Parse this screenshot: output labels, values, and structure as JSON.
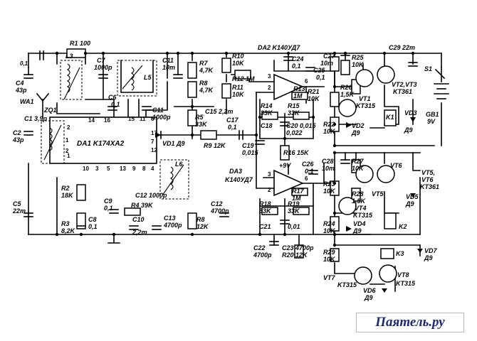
{
  "labels": {
    "r1": "R1 100",
    "c4": "C4",
    "c4v": "43p",
    "c4t": "0,1",
    "l3": "L3",
    "c7": "C7",
    "c7v": "1000p",
    "c11": "C11",
    "c11v": "10m",
    "l5": "L5",
    "r7": "R7",
    "r7v": "4,7K",
    "r8": "R8",
    "r8v": "4,7K",
    "r10": "R10",
    "r10v": "10K",
    "r12": "R12 1M",
    "r11": "R11",
    "r11v": "10K",
    "c15": "C15 2,2m",
    "da2": "DA2 K140УД7",
    "c24": "C24",
    "c24v": "0,1",
    "r13": "R13",
    "r13v": "1M",
    "r14": "R14",
    "r14v": "33K",
    "r15": "R15",
    "r15v": "33K",
    "c18": "C18",
    "c20": "C20 0,015",
    "c16v": "0,022",
    "c19": "C19",
    "c19v": "0,015",
    "r16": "R16 15K",
    "c6": "C6",
    "c6v": "0,1",
    "c11b": "C11",
    "c11bv": "1000p",
    "wa1": "WA1",
    "zq1": "ZQ1",
    "c1": "C1 3,9p",
    "c2": "C2",
    "c2v": "43p",
    "da1": "DA1 K174XA2",
    "vd1": "VD1 Д9",
    "r5": "R5",
    "r5v": "33K",
    "r9": "R9 12K",
    "c17": "C17",
    "c17v": "0,1",
    "l6": "L6",
    "c12": "C12 1000p",
    "r4": "R4 39K",
    "c13": "C13",
    "c13v": "4700p",
    "r8b": "R8",
    "r8bv": "12K",
    "c12b": "C12",
    "c12bv": "4700p",
    "r2": "R2",
    "r2v": "18K",
    "c5": "C5",
    "c5v": "22m",
    "r3": "R3",
    "r3v": "8,2K",
    "c8": "C8",
    "c8v": "0,1",
    "c9": "C9",
    "c9v": "0,1",
    "c10": "C10",
    "c10v": "2,2m",
    "da3": "DA3",
    "da3t": "K140УД7",
    "plus9": "+9V",
    "c26": "C26",
    "c26v": "0,1",
    "r17": "R17",
    "r17v": "1M",
    "r18": "R18",
    "r18v": "33K",
    "r19": "R19",
    "r19v": "33K",
    "c21": "C21",
    "c21b": "0,01",
    "c22": "C22",
    "c22v": "4700p",
    "c23": "C23 4700p",
    "r20": "R20 12K",
    "c27": "C27",
    "c27v": "10m",
    "r25": "R25",
    "r25v": "10K",
    "c25": "C25",
    "c25v": "0,1",
    "r21": "R21",
    "r21v": "10K",
    "r26": "R26",
    "r26v": "1,5K",
    "vt1": "VT1",
    "vt1t": "KT315",
    "r22": "R22",
    "r22v": "10K",
    "vd2": "VD2",
    "vd2t": "Д9",
    "vt23": "VT2,VT3",
    "vt23t": "KT361",
    "k1": "K1",
    "vd3": "VD3",
    "vd3t": "Д9",
    "c29": "C29 22m",
    "s1": "S1",
    "gb1": "GB1",
    "gb1v": "9V",
    "c28": "C28",
    "c28v": "10m",
    "r27": "R27",
    "r27v": "10K",
    "vt6": "VT6",
    "vt56": "VT5,",
    "vt56b": "VT6",
    "vt56t": "KT361",
    "r23": "R23",
    "r23v": "10K",
    "r28": "R28",
    "r28v": "1,5K",
    "vt5": "VT5",
    "vt4": "VT4",
    "vt4t": "KT315",
    "vd5": "VD5",
    "vd5t": "Д9",
    "r24": "R24",
    "r24v": "10K",
    "vd4": "VD4",
    "vd4t": "Д9",
    "k2": "K2",
    "r29": "R29",
    "r29v": "10K",
    "k3": "K3",
    "vd7": "VD7",
    "vd7t": "Д9",
    "vt7": "VT7",
    "vt7t": "KT315",
    "vt8": "VT8",
    "vt8t": "KT315",
    "vd6": "VD6",
    "vd6t": "Д9"
  },
  "pins": {
    "p1": "1",
    "p2": "2",
    "p3": "3",
    "p4": "4",
    "p5": "5",
    "p6": "6",
    "p7": "7",
    "p8": "8",
    "p9": "9",
    "p10": "10",
    "p11": "11",
    "p12": "12",
    "p13": "13",
    "p14": "14",
    "p15": "15",
    "p16": "16",
    "p17": "17",
    "da2p2": "2",
    "da2p3": "3",
    "da2p6": "6",
    "da3p2": "2",
    "da3p3": "3",
    "da3p6": "6",
    "zq2": "2",
    "zq1": "1"
  },
  "watermark": "Паятель.ру"
}
